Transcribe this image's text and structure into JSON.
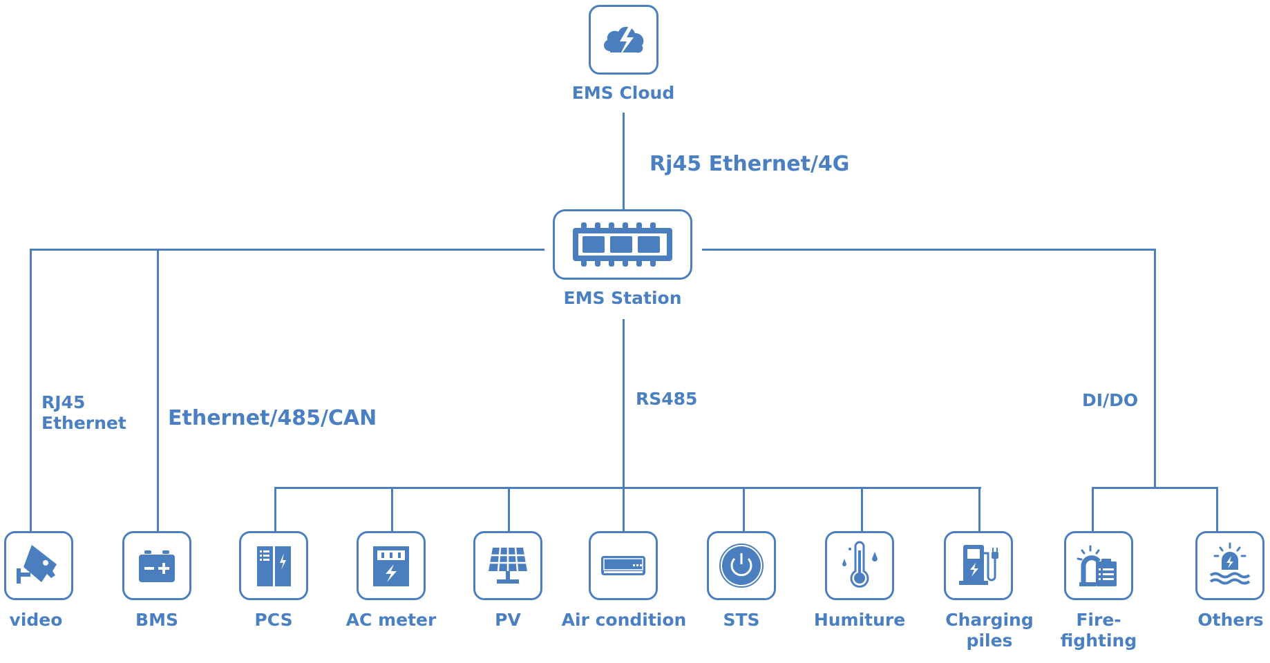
{
  "colors": {
    "accent": "#4a7ebf",
    "text": "#4a7fc1",
    "background": "#ffffff"
  },
  "cloud": {
    "label": "EMS Cloud",
    "icon": "cloud-lightning-icon"
  },
  "station": {
    "label": "EMS Station",
    "icon": "chip-icon"
  },
  "links": {
    "cloud_station": "Rj45 Ethernet/4G",
    "video": [
      "RJ45",
      "Ethernet"
    ],
    "bms": "Ethernet/485/CAN",
    "rs485": "RS485",
    "dido": "DI/DO"
  },
  "devices": [
    {
      "id": "video",
      "label": "video",
      "icon": "cctv-camera-icon"
    },
    {
      "id": "bms",
      "label": "BMS",
      "icon": "battery-icon"
    },
    {
      "id": "pcs",
      "label": "PCS",
      "icon": "power-cabinet-icon"
    },
    {
      "id": "ac-meter",
      "label": "AC meter",
      "icon": "electric-meter-icon"
    },
    {
      "id": "pv",
      "label": "PV",
      "icon": "solar-panel-icon"
    },
    {
      "id": "air-condition",
      "label": "Air condition",
      "icon": "air-conditioner-icon"
    },
    {
      "id": "sts",
      "label": "STS",
      "icon": "power-button-icon"
    },
    {
      "id": "humiture",
      "label": "Humiture",
      "icon": "thermometer-icon"
    },
    {
      "id": "charging-piles",
      "label": [
        "Charging",
        "piles"
      ],
      "icon": "ev-charger-icon"
    },
    {
      "id": "fire-fighting",
      "label": [
        "Fire-",
        "fighting"
      ],
      "icon": "fire-alarm-icon"
    },
    {
      "id": "others",
      "label": "Others",
      "icon": "flood-alarm-icon"
    }
  ]
}
